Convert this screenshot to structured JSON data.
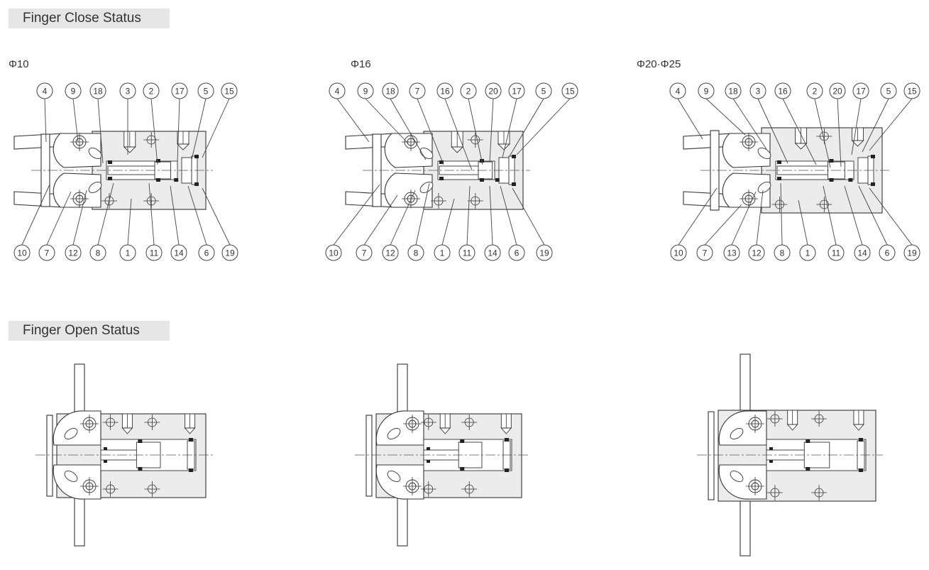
{
  "sections": {
    "close": {
      "title": "Finger Close Status"
    },
    "open": {
      "title": "Finger Open Status"
    }
  },
  "sizes": [
    {
      "label": "Φ10",
      "top_callouts": [
        "4",
        "9",
        "18",
        "3",
        "2",
        "17",
        "5",
        "15"
      ],
      "bottom_callouts": [
        "10",
        "7",
        "12",
        "8",
        "1",
        "11",
        "14",
        "6",
        "19"
      ]
    },
    {
      "label": "Φ16",
      "top_callouts": [
        "4",
        "9",
        "18",
        "7",
        "16",
        "2",
        "20",
        "17",
        "5",
        "15"
      ],
      "bottom_callouts": [
        "10",
        "7",
        "12",
        "8",
        "1",
        "11",
        "14",
        "6",
        "19"
      ]
    },
    {
      "label": "Φ20·Φ25",
      "top_callouts": [
        "4",
        "9",
        "18",
        "3",
        "16",
        "2",
        "20",
        "17",
        "5",
        "15"
      ],
      "bottom_callouts": [
        "10",
        "7",
        "13",
        "12",
        "8",
        "1",
        "11",
        "14",
        "6",
        "19"
      ]
    }
  ],
  "colors": {
    "body_fill": "#ececec",
    "line": "#333333",
    "banner": "#e6e6e6"
  }
}
